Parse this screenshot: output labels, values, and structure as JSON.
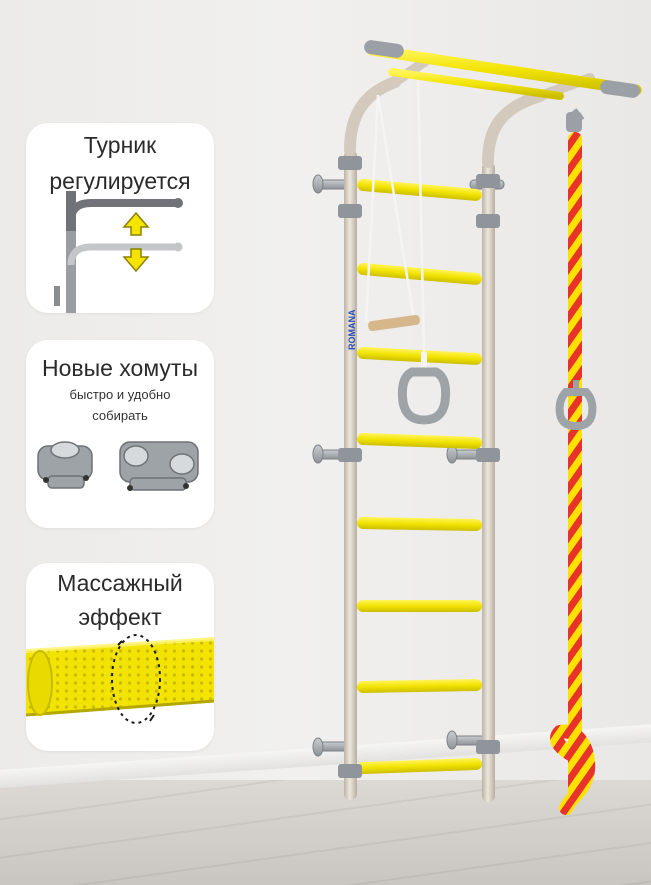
{
  "brand": "ROMANA",
  "features": [
    {
      "title_line1": "Турник",
      "title_line2": "регулируется"
    },
    {
      "title": "Новые хомуты",
      "subtitle_line1": "быстро и удобно",
      "subtitle_line2": "собирать"
    },
    {
      "title_line1": "Массажный",
      "title_line2": "эффект"
    }
  ],
  "colors": {
    "frame": "#d8d0c4",
    "rung": "#f2e600",
    "arrow": "#f5e400",
    "clamp": "#9ea3a8",
    "rope_red": "#e8332a",
    "rope_yellow": "#ffe100"
  }
}
